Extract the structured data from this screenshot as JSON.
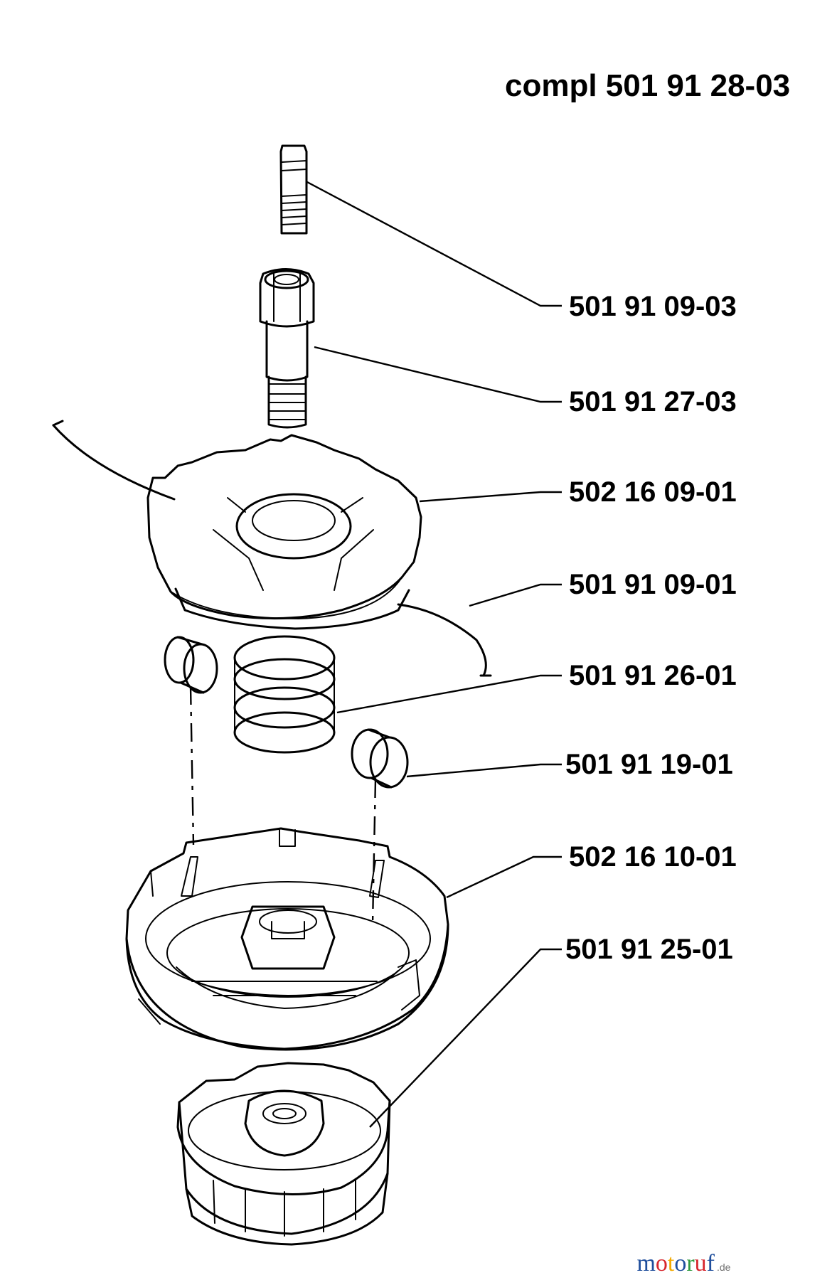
{
  "title": "compl 501 91 28-03",
  "parts": [
    {
      "id": "bolt",
      "number": "501 91 09-03"
    },
    {
      "id": "adapter",
      "number": "501 91 27-03"
    },
    {
      "id": "top-cover",
      "number": "502 16 09-01"
    },
    {
      "id": "trimmer-line",
      "number": "501 91 09-01"
    },
    {
      "id": "spring",
      "number": "501 91 26-01"
    },
    {
      "id": "eyelet",
      "number": "501 91 19-01"
    },
    {
      "id": "housing",
      "number": "502 16 10-01"
    },
    {
      "id": "knob",
      "number": "501 91 25-01"
    }
  ],
  "watermark": {
    "main": "motoruf",
    "suffix": ".de",
    "colors": [
      "#1f4e9c",
      "#d7262d",
      "#f2a900",
      "#1f4e9c",
      "#2e9b3f",
      "#d7262d",
      "#1f4e9c"
    ]
  }
}
